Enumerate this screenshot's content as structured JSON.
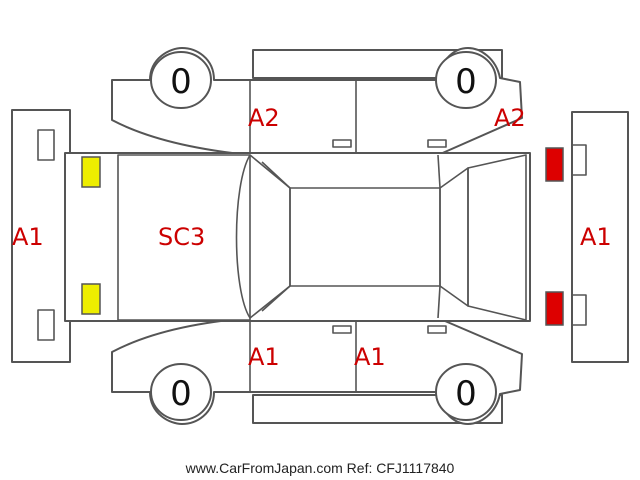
{
  "colors": {
    "outline": "#555555",
    "damage_code": "#cc0000",
    "headlight_yellow": "#eeee00",
    "taillight_red": "#dd0000"
  },
  "tires": {
    "front_left": "0",
    "rear_left": "0",
    "front_right": "0",
    "rear_right": "0"
  },
  "damage_codes": {
    "front_bumper": "A1",
    "hood": "SC3",
    "rear_bumper": "A1",
    "left_front_fender": "A2",
    "left_rear_fender": "A2",
    "right_front_door": "A1",
    "right_rear_door": "A1"
  },
  "footer": {
    "watermark": "www.CarFromJapan.com Ref: CFJ1117840"
  }
}
